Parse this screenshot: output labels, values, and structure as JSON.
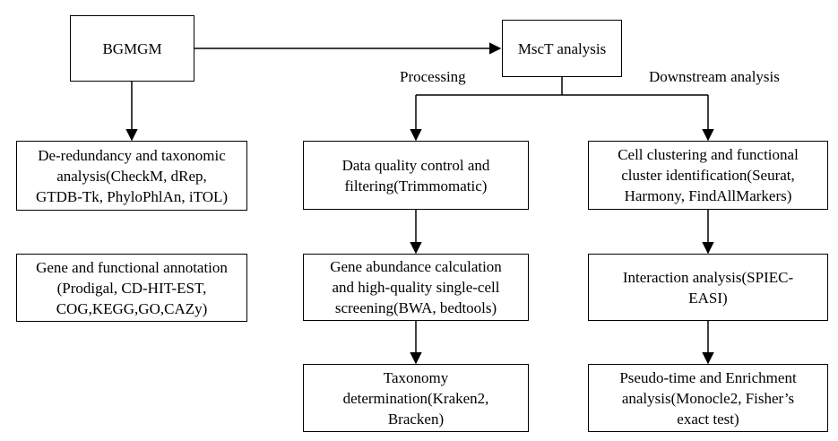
{
  "nodes": {
    "bgmgm": "BGMGM",
    "msct": "MscT analysis",
    "dedup": "De-redundancy and taxonomic\nanalysis(CheckM, dRep,\nGTDB-Tk, PhyloPhlAn, iTOL)",
    "gene_annot": "Gene and functional annotation\n(Prodigal, CD-HIT-EST,\nCOG,KEGG,GO,CAZy)",
    "qc": "Data quality control and\nfiltering(Trimmomatic)",
    "abundance": "Gene abundance calculation\nand high-quality single-cell\nscreening(BWA, bedtools)",
    "taxonomy": "Taxonomy\ndetermination(Kraken2,\nBracken)",
    "clustering": "Cell clustering and functional\ncluster identification(Seurat,\nHarmony, FindAllMarkers)",
    "interaction": "Interaction analysis(SPIEC-\nEASI)",
    "pseudotime": "Pseudo-time and  Enrichment\nanalysis(Monocle2, Fisher’s\nexact test)"
  },
  "labels": {
    "processing": "Processing",
    "downstream": "Downstream analysis"
  },
  "edges": [
    {
      "from": "bgmgm",
      "to": "msct"
    },
    {
      "from": "bgmgm",
      "to": "dedup"
    },
    {
      "from": "msct",
      "to": "qc",
      "label": "processing"
    },
    {
      "from": "msct",
      "to": "clustering",
      "label": "downstream"
    },
    {
      "from": "qc",
      "to": "abundance"
    },
    {
      "from": "abundance",
      "to": "taxonomy"
    },
    {
      "from": "clustering",
      "to": "interaction"
    },
    {
      "from": "interaction",
      "to": "pseudotime"
    }
  ]
}
